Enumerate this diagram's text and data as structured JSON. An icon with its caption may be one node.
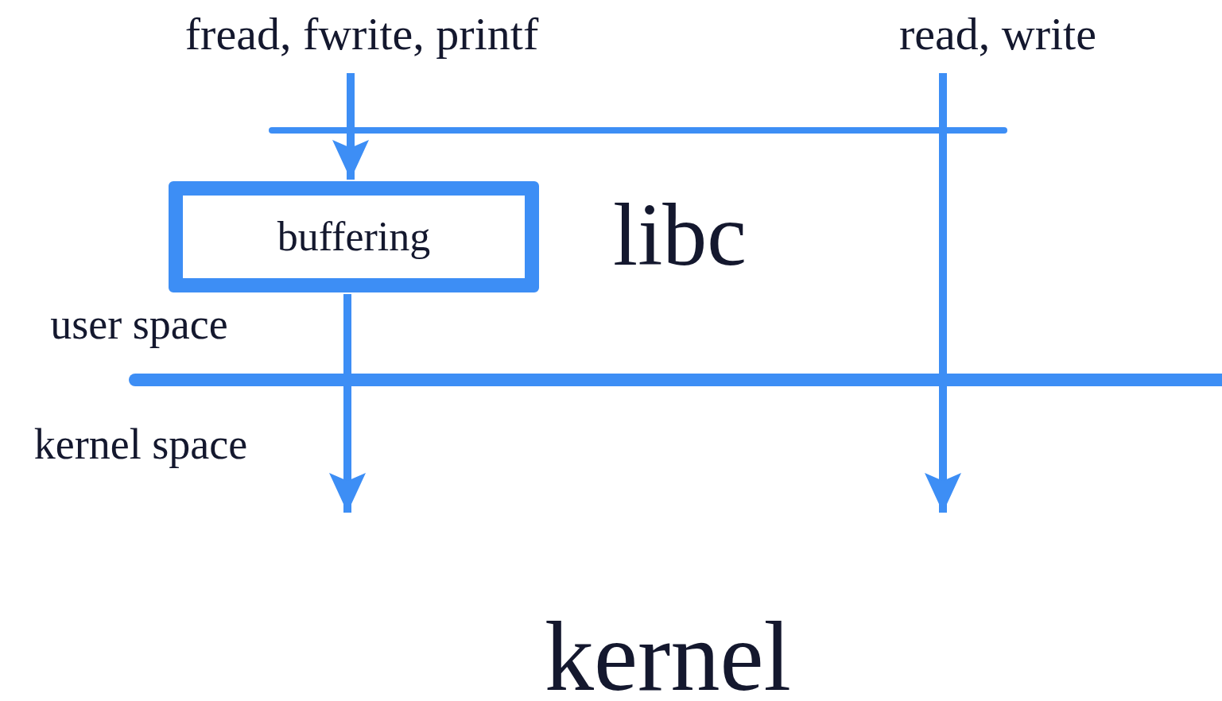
{
  "diagram": {
    "nodes": [
      {
        "text": [
          "fread, fwrite, printf"
        ]
      },
      {
        "text": [
          "buffering"
        ]
      },
      {
        "text": [
          "read, write"
        ]
      }
    ],
    "edges": [
      {
        "from": 0,
        "to": 1,
        "arrow": "to"
      },
      {
        "from": 1,
        "to": null,
        "arrow": "to"
      },
      {
        "from": 2,
        "to": null,
        "arrow": "to"
      }
    ],
    "labels": [
      "libc",
      "user space",
      "kernel space",
      "kernel"
    ]
  }
}
